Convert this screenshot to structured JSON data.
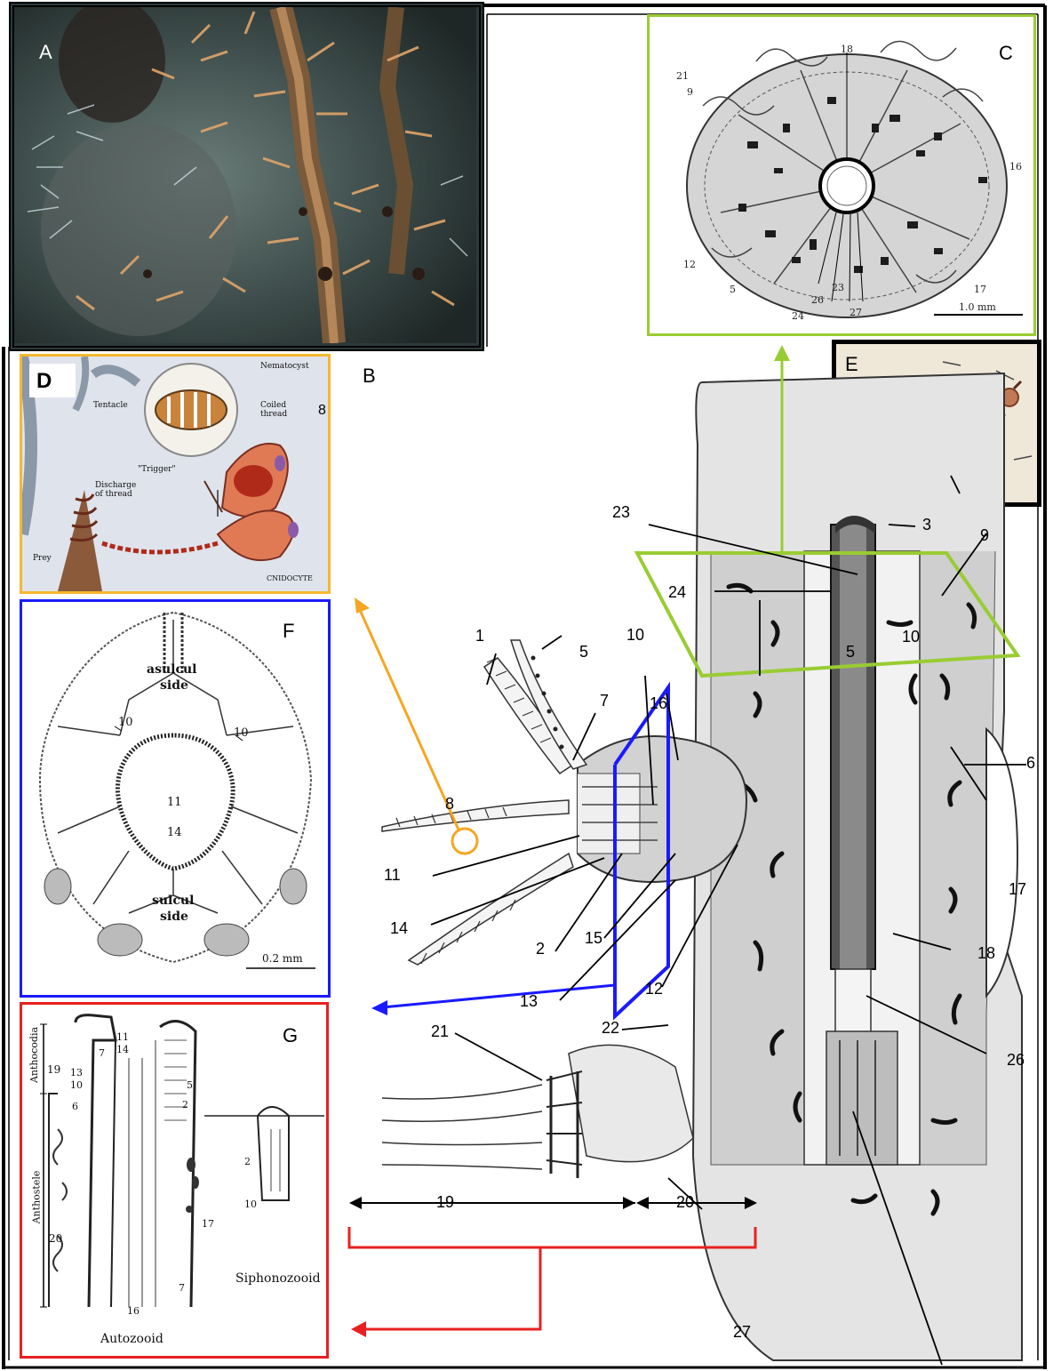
{
  "panels": {
    "A": {
      "letter": "A"
    },
    "B": {
      "letter": "B"
    },
    "C": {
      "letter": "C",
      "scale": "1.0 mm"
    },
    "D": {
      "letter": "D",
      "nematocyst": "Nematocyst",
      "tentacle": "Tentacle",
      "coiled": "Coiled",
      "thread": "thread",
      "trigger": "\"Trigger\"",
      "discharge": "Discharge",
      "ofthread": "of thread",
      "prey": "Prey",
      "cnidocyte": "CNIDOCYTE",
      "eight": "8"
    },
    "E": {
      "letter": "E"
    },
    "F": {
      "letter": "F",
      "asulcul": "asulcul",
      "asulcul_side": "side",
      "sulcul": "sulcul",
      "sulcul_side": "side",
      "n10a": "10",
      "n10b": "10",
      "n11": "11",
      "n14": "14",
      "scale": "0.2 mm"
    },
    "G": {
      "letter": "G",
      "anthocodia": "Anthocodia",
      "anthostele": "Anthostele",
      "autozooid": "Autozooid",
      "siphonozooid": "Siphonozooid",
      "n19": "19",
      "n20": "20",
      "n7a": "7",
      "n11": "11",
      "n14": "14",
      "n13": "13",
      "n10": "10",
      "n6": "6",
      "n5": "5",
      "n2": "2",
      "n17": "17",
      "n7b": "7",
      "n16": "16",
      "n2s": "2",
      "n10s": "10"
    }
  },
  "c_labels": {
    "l18": "18",
    "l21": "21",
    "l9": "9",
    "l16": "16",
    "l12": "12",
    "l5": "5",
    "l17": "17",
    "l24": "24",
    "l26": "26",
    "l23": "23",
    "l27": "27"
  },
  "b_labels": {
    "l1": "1",
    "l5": "5",
    "l10": "10",
    "l7": "7",
    "l16": "16",
    "l8": "8",
    "l11": "11",
    "l14": "14",
    "l2": "2",
    "l15": "15",
    "l13": "13",
    "l12": "12",
    "l22": "22",
    "l21": "21",
    "l19": "19",
    "l20": "20",
    "l23": "23",
    "l3": "3",
    "l9": "9",
    "l24": "24",
    "l10b": "10",
    "l5b": "5",
    "l6": "6",
    "l17": "17",
    "l18": "18",
    "l26": "26",
    "l27": "27"
  },
  "colors": {
    "green": "#99cc33",
    "orange": "#f5a623",
    "blue": "#1a1aff",
    "red": "#e82020",
    "black": "#000000"
  }
}
